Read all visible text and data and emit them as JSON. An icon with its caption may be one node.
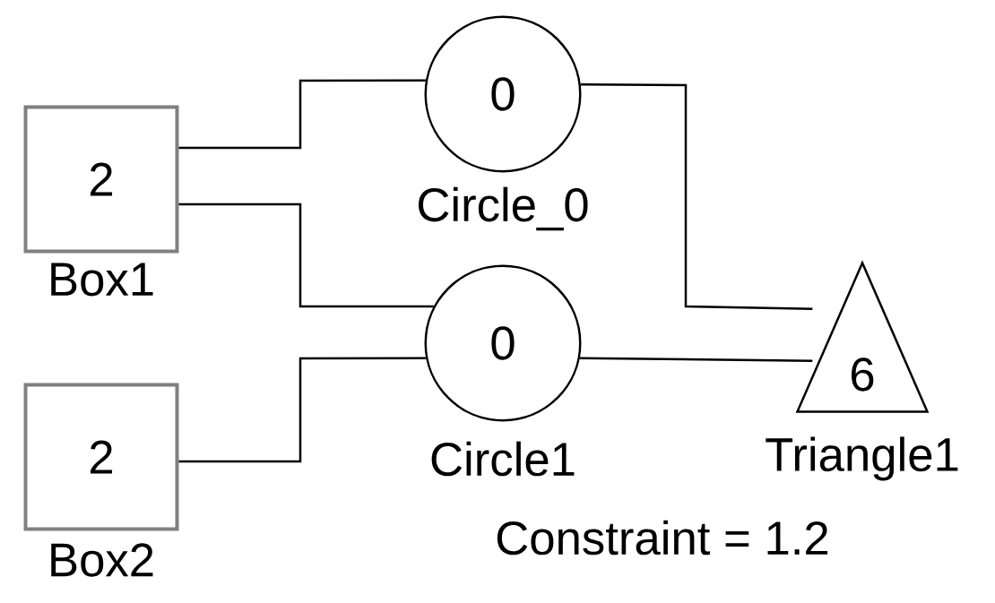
{
  "diagram": {
    "nodes": [
      {
        "text": [
          "2"
        ],
        "beside": [
          "Box1"
        ]
      },
      {
        "text": [
          "2"
        ],
        "beside": [
          "Box2"
        ]
      },
      {
        "text": [
          "0"
        ],
        "beside": [
          "Circle_0"
        ]
      },
      {
        "text": [
          "0"
        ],
        "beside": [
          "Circle1"
        ]
      },
      {
        "text": [
          "6"
        ],
        "beside": [
          "Triangle1"
        ]
      }
    ],
    "edges": [
      {
        "from": 0,
        "to": 2,
        "arrow": "none"
      },
      {
        "from": 0,
        "to": 3,
        "arrow": "none"
      },
      {
        "from": 1,
        "to": 3,
        "arrow": "none"
      },
      {
        "from": 2,
        "to": 4,
        "arrow": "none"
      },
      {
        "from": 3,
        "to": 4,
        "arrow": "none"
      }
    ],
    "labels": [
      "Constraint = 1.2"
    ]
  }
}
